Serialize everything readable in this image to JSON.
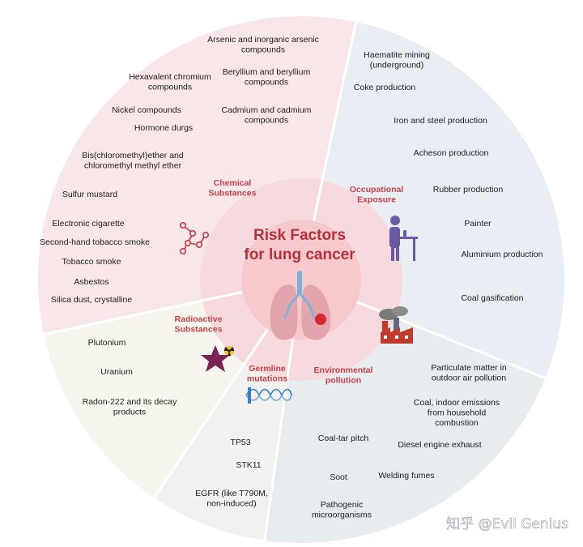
{
  "title": [
    "Risk Factors",
    "for lung cancer"
  ],
  "colors": {
    "chemical": "#f9e6e8",
    "occupational": "#e8eef3",
    "environmental": "#e7ecef",
    "germline": "#f1f2f0",
    "radioactive": "#f6f6ee",
    "inner_ring": "#f7dadd",
    "center": "#f6c9cd",
    "accent": "#c9404a"
  },
  "sectors": {
    "chemical": {
      "label": [
        "Chemical",
        "Substances"
      ],
      "icon": "molecule-icon",
      "items": [
        [
          "Arsenic and inorganic arsenic",
          "compounds"
        ],
        [
          "Hexavalent chromium",
          "compounds"
        ],
        [
          "Beryllium and beryllium",
          "compounds"
        ],
        [
          "Nickel compounds"
        ],
        [
          "Cadmium and cadmium",
          "compounds"
        ],
        [
          "Hormone durgs"
        ],
        [
          "Bis(chloromethyl)ether and",
          "chloromethyl methyl ether"
        ],
        [
          "Sulfur mustard"
        ],
        [
          "Electronic cigarette"
        ],
        [
          "Second-hand tobacco smoke"
        ],
        [
          "Tobacco smoke"
        ],
        [
          "Asbestos"
        ],
        [
          "Silica dust, crystalline"
        ]
      ]
    },
    "occupational": {
      "label": [
        "Occupational",
        "Exposure"
      ],
      "icon": "lab-worker-icon",
      "items": [
        [
          "Haematite mining",
          "(underground)"
        ],
        [
          "Coke production"
        ],
        [
          "Iron and steel  production"
        ],
        [
          "Acheson production"
        ],
        [
          "Rubber production"
        ],
        [
          "Painter"
        ],
        [
          "Aluminium production"
        ],
        [
          "Coal gasification"
        ]
      ]
    },
    "environmental": {
      "label": [
        "Environmental",
        "pollution"
      ],
      "icon": "factory-icon",
      "items": [
        [
          "Particulate matter in",
          "outdoor air pollution"
        ],
        [
          "Coal, indoor emissions",
          "from household",
          "combustion"
        ],
        [
          "Coal-tar pitch"
        ],
        [
          "Diesel engine exhaust"
        ],
        [
          "Soot"
        ],
        [
          "Welding fumes"
        ],
        [
          "Pathogenic",
          "microorganisms"
        ]
      ]
    },
    "germline": {
      "label": [
        "Germline",
        "mutations"
      ],
      "icon": "dna-coil-icon",
      "items": [
        [
          "TP53"
        ],
        [
          "STK11"
        ],
        [
          "EGFR (like T790M,",
          "non-induced)"
        ]
      ]
    },
    "radioactive": {
      "label": [
        "Radioactive",
        "Substances"
      ],
      "icon": "radioactive-star-icon",
      "items": [
        [
          "Plutonium"
        ],
        [
          "Uranium"
        ],
        [
          "Radon-222 and its decay",
          "products"
        ]
      ]
    }
  },
  "watermark": "知乎 @Evil Genius"
}
